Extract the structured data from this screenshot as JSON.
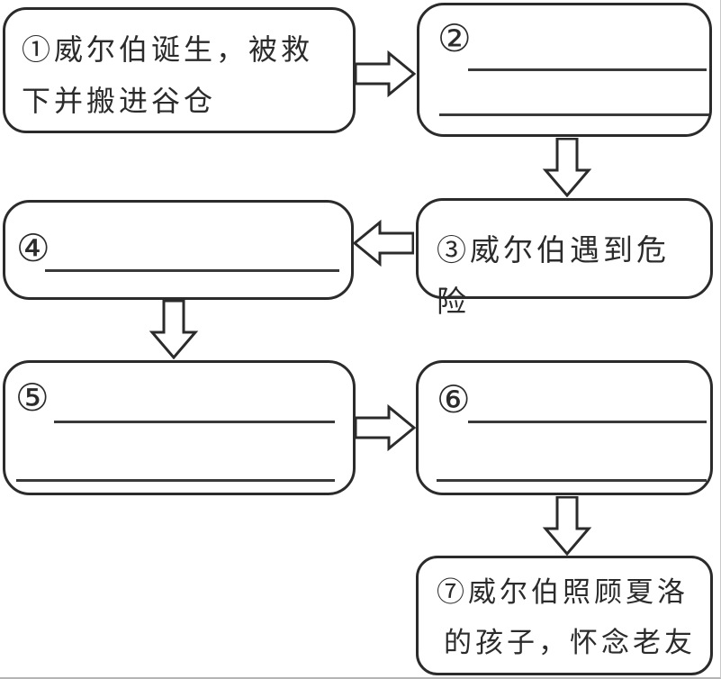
{
  "palette": {
    "line_color": "#2b2b2b",
    "background": "#ffffff"
  },
  "flowchart": {
    "boxes": [
      {
        "id": "1",
        "number": "①",
        "line1": "①威尔伯诞生，被救",
        "line2": "下并搬进谷仓",
        "blank_lines": 0
      },
      {
        "id": "2",
        "number": "②",
        "line1": "",
        "line2": "",
        "blank_lines": 2
      },
      {
        "id": "3",
        "number": "③",
        "line1": "③威尔伯遇到危险",
        "line2": "",
        "blank_lines": 0
      },
      {
        "id": "4",
        "number": "④",
        "line1": "",
        "line2": "",
        "blank_lines": 1
      },
      {
        "id": "5",
        "number": "⑤",
        "line1": "",
        "line2": "",
        "blank_lines": 2
      },
      {
        "id": "6",
        "number": "⑥",
        "line1": "",
        "line2": "",
        "blank_lines": 2
      },
      {
        "id": "7",
        "number": "⑦",
        "line1": "⑦威尔伯照顾夏洛",
        "line2": "的孩子，怀念老友",
        "blank_lines": 0
      }
    ],
    "arrows": [
      {
        "from": "1",
        "to": "2",
        "direction": "right"
      },
      {
        "from": "2",
        "to": "3",
        "direction": "down"
      },
      {
        "from": "3",
        "to": "4",
        "direction": "left"
      },
      {
        "from": "4",
        "to": "5",
        "direction": "down"
      },
      {
        "from": "5",
        "to": "6",
        "direction": "right"
      },
      {
        "from": "6",
        "to": "7",
        "direction": "down"
      }
    ]
  }
}
